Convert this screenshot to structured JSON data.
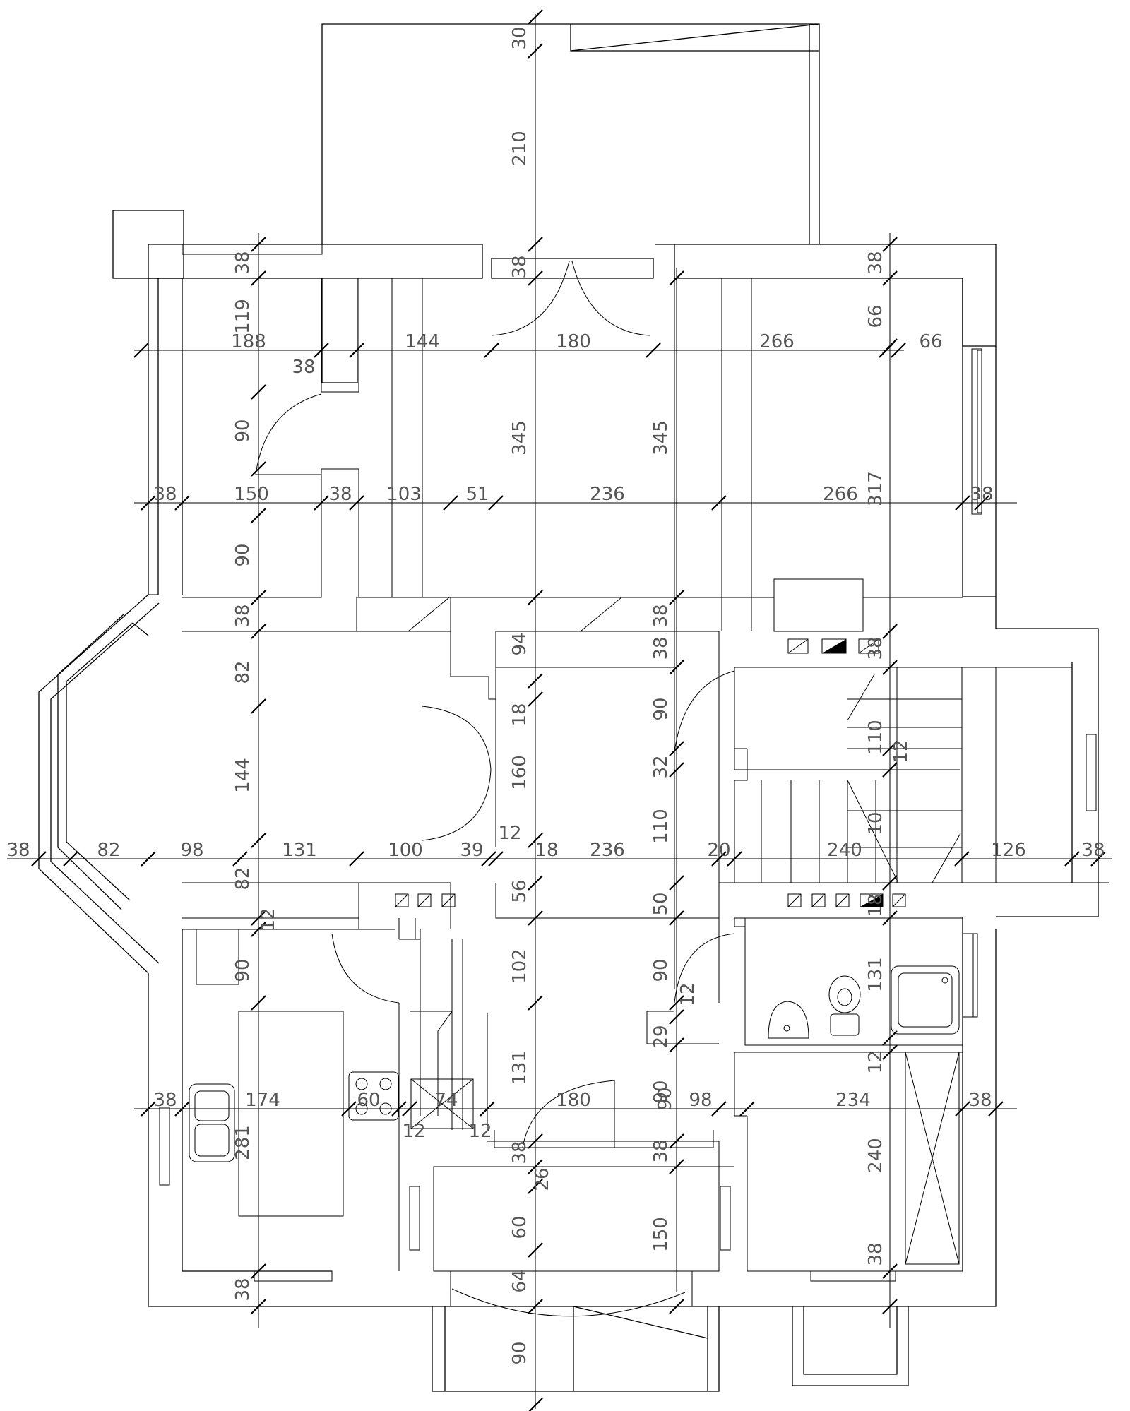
{
  "drawing": {
    "line_color": "#000000",
    "text_color": "#555555",
    "background": "#ffffff"
  },
  "dimensions": {
    "horizontal": {
      "row1": [
        "188",
        "38",
        "144",
        "180",
        "266",
        "66"
      ],
      "row2": [
        "38",
        "150",
        "38",
        "103",
        "51",
        "236",
        "266",
        "38"
      ],
      "row3": [
        "38",
        "82",
        "98",
        "131",
        "100",
        "39",
        "12",
        "18",
        "236",
        "20",
        "240",
        "126",
        "38"
      ],
      "row4": [
        "38",
        "174",
        "60",
        "74",
        "12",
        "12",
        "180",
        "90",
        "98",
        "234",
        "38"
      ]
    },
    "vertical": {
      "col1": [
        "38",
        "119",
        "90",
        "90",
        "38",
        "82",
        "144",
        "82",
        "12",
        "90",
        "281",
        "38"
      ],
      "col2": [
        "30",
        "210",
        "38",
        "345",
        "94",
        "18",
        "160",
        "56",
        "102",
        "131",
        "38",
        "26",
        "60",
        "64",
        "90"
      ],
      "col3": [
        "345",
        "38",
        "38",
        "90",
        "32",
        "110",
        "50",
        "90",
        "12",
        "29",
        "90",
        "38",
        "150"
      ],
      "col4": [
        "38",
        "66",
        "317",
        "38",
        "110",
        "12",
        "10",
        "18",
        "131",
        "12",
        "240",
        "38"
      ]
    }
  }
}
